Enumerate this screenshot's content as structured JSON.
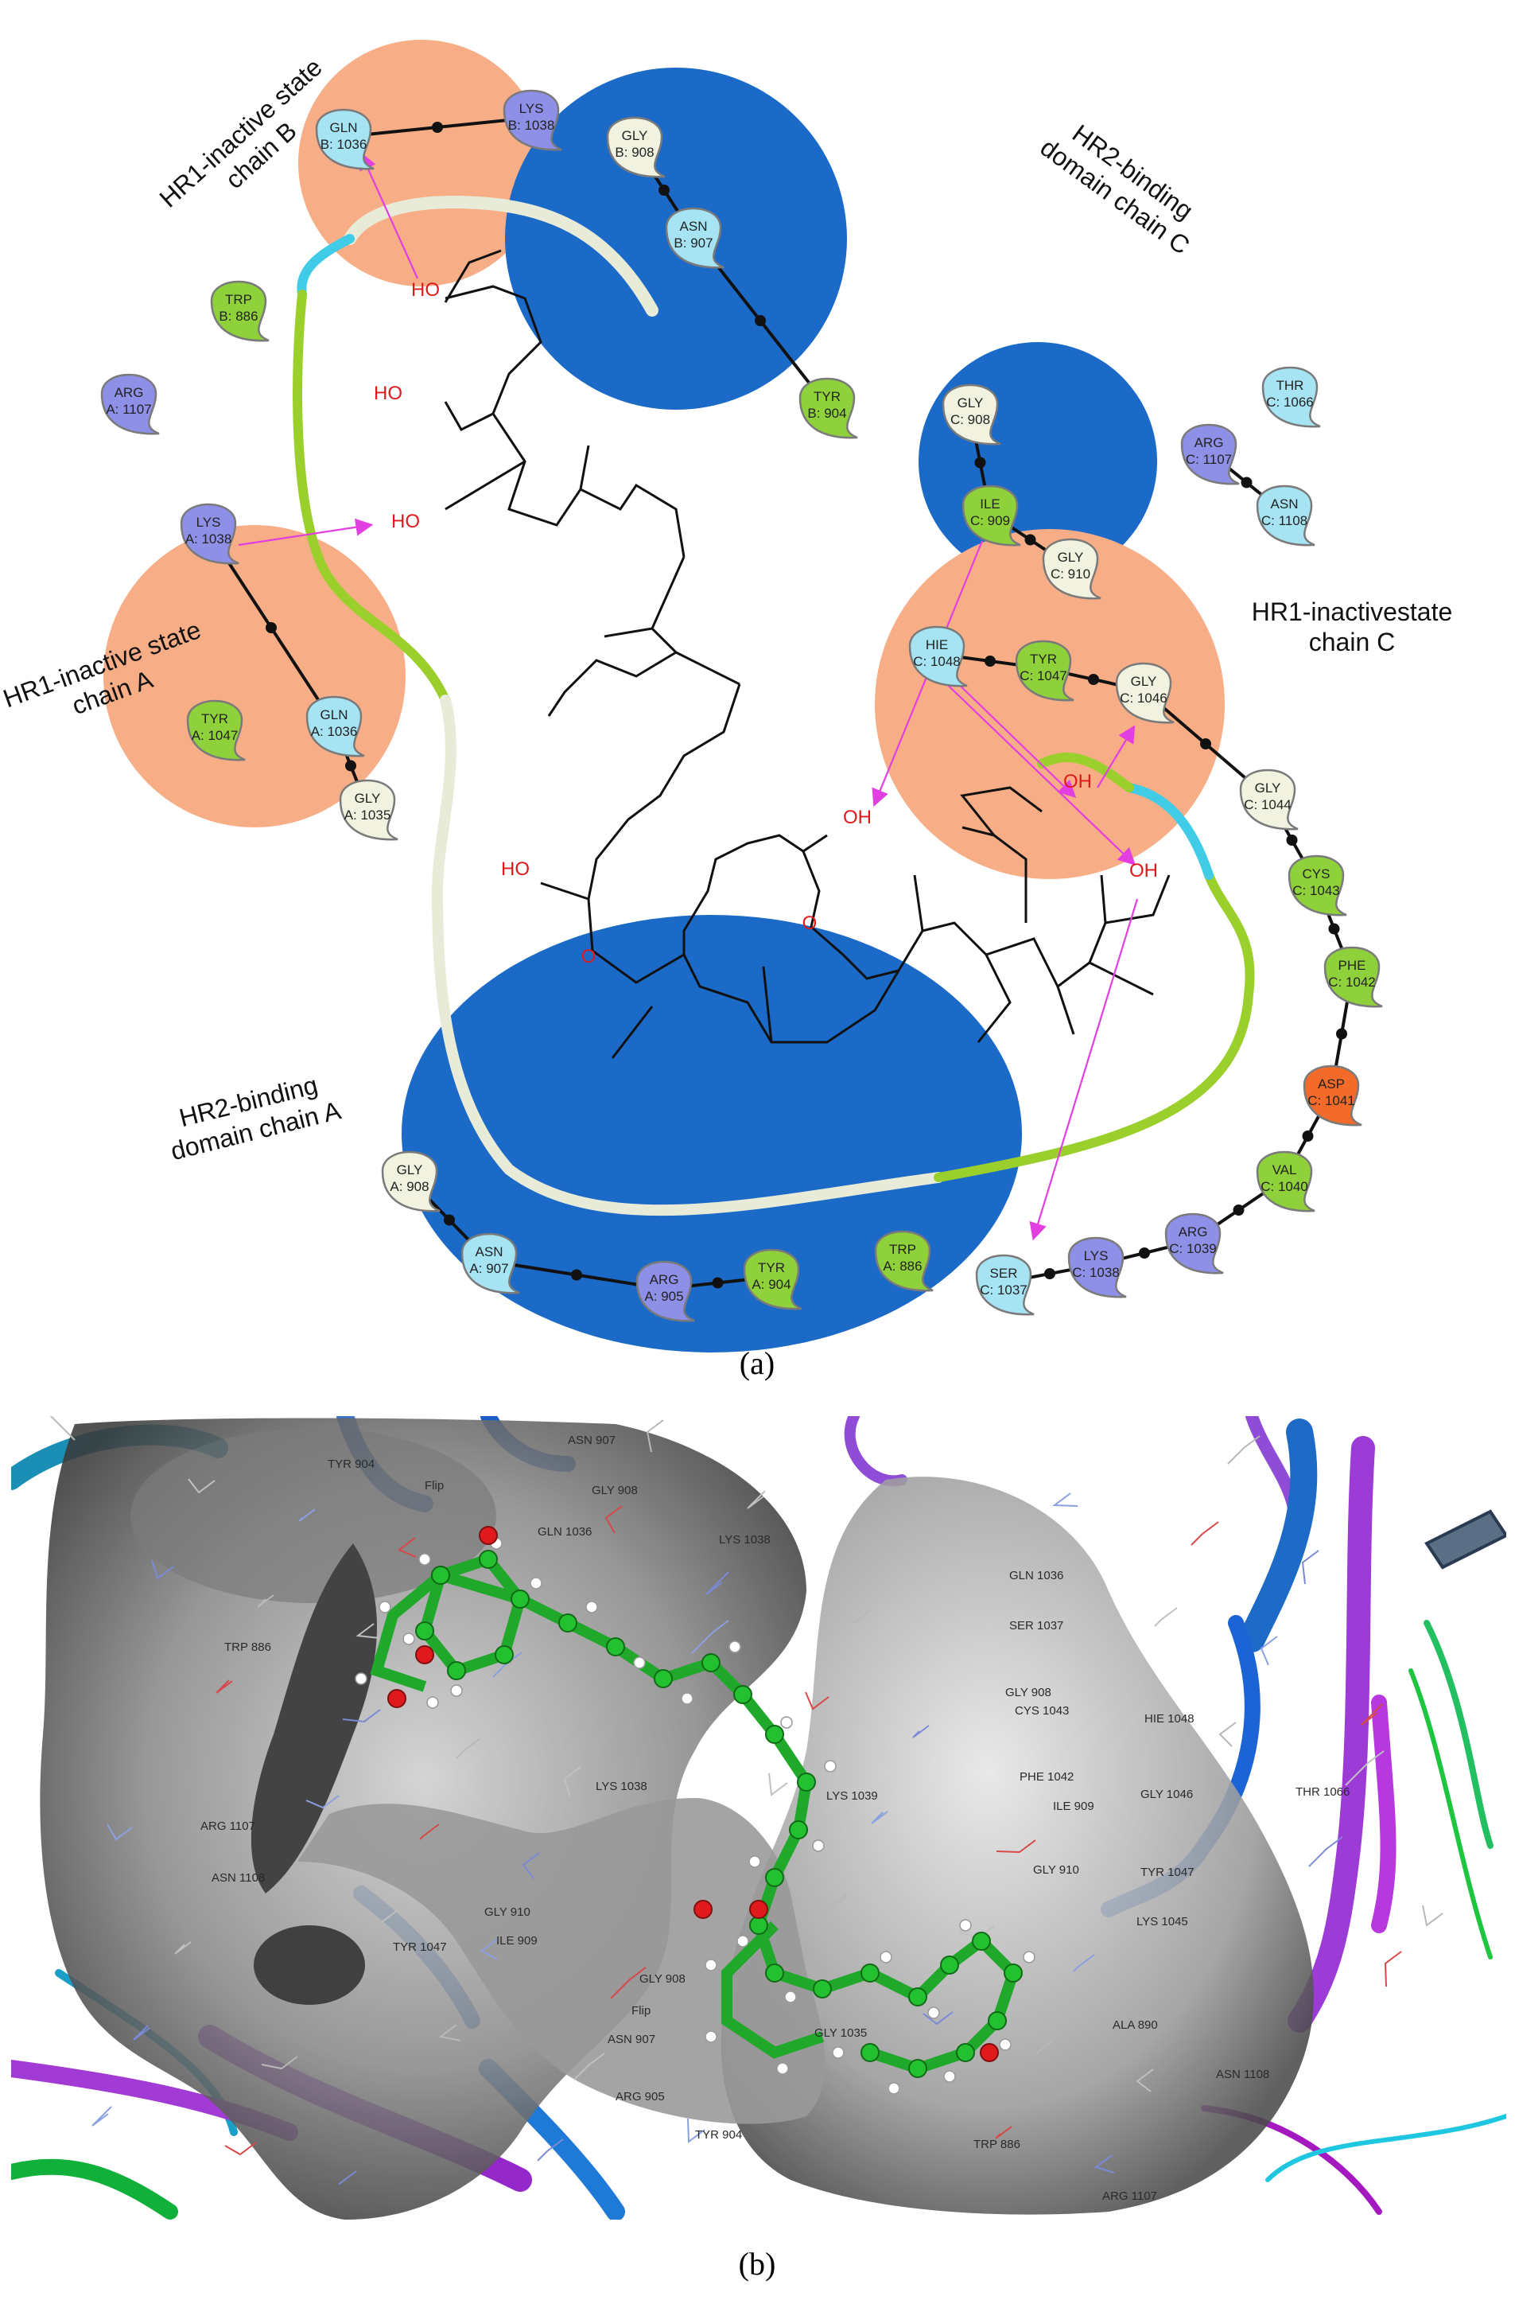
{
  "colors": {
    "hr1": "#f7ae86",
    "hr2": "#1b6ac7",
    "polar": "#a6e4f4",
    "hydrophobic": "#8fd13a",
    "glycine": "#f2f2e0",
    "positive": "#8e90e8",
    "negative": "#f26b2a",
    "hbond": "#e23fe0",
    "ligand_green": "#1fb32c",
    "surface_grey": "#7d7d7d"
  },
  "panel_a": {
    "caption": "(a)",
    "regions": [
      {
        "id": "hr1-b",
        "label": "HR1-inactive state\nchain B"
      },
      {
        "id": "hr2-c",
        "label": "HR2-binding\ndomain chain C"
      },
      {
        "id": "hr1-a",
        "label": "HR1-inactive state\nchain A"
      },
      {
        "id": "hr1-c",
        "label": "HR1-inactivestate\nchain C"
      },
      {
        "id": "hr2-a",
        "label": "HR2-binding\ndomain chain A"
      }
    ],
    "residues": [
      {
        "res": "GLN",
        "id": "B: 1036",
        "type": "polar"
      },
      {
        "res": "LYS",
        "id": "B: 1038",
        "type": "positive"
      },
      {
        "res": "GLY",
        "id": "B: 908",
        "type": "glycine"
      },
      {
        "res": "ASN",
        "id": "B: 907",
        "type": "polar"
      },
      {
        "res": "TYR",
        "id": "B: 904",
        "type": "hydrophobic"
      },
      {
        "res": "TRP",
        "id": "B: 886",
        "type": "hydrophobic"
      },
      {
        "res": "ARG",
        "id": "A: 1107",
        "type": "positive"
      },
      {
        "res": "LYS",
        "id": "A: 1038",
        "type": "positive"
      },
      {
        "res": "TYR",
        "id": "A: 1047",
        "type": "hydrophobic"
      },
      {
        "res": "GLN",
        "id": "A: 1036",
        "type": "polar"
      },
      {
        "res": "GLY",
        "id": "A: 1035",
        "type": "glycine"
      },
      {
        "res": "GLY",
        "id": "C: 908",
        "type": "glycine"
      },
      {
        "res": "ILE",
        "id": "C: 909",
        "type": "hydrophobic"
      },
      {
        "res": "GLY",
        "id": "C: 910",
        "type": "glycine"
      },
      {
        "res": "ARG",
        "id": "C: 1107",
        "type": "positive"
      },
      {
        "res": "THR",
        "id": "C: 1066",
        "type": "polar"
      },
      {
        "res": "ASN",
        "id": "C: 1108",
        "type": "polar"
      },
      {
        "res": "HIE",
        "id": "C: 1048",
        "type": "polar"
      },
      {
        "res": "TYR",
        "id": "C: 1047",
        "type": "hydrophobic"
      },
      {
        "res": "GLY",
        "id": "C: 1046",
        "type": "glycine"
      },
      {
        "res": "GLY",
        "id": "C: 1044",
        "type": "glycine"
      },
      {
        "res": "CYS",
        "id": "C: 1043",
        "type": "hydrophobic"
      },
      {
        "res": "PHE",
        "id": "C: 1042",
        "type": "hydrophobic"
      },
      {
        "res": "ASP",
        "id": "C: 1041",
        "type": "negative"
      },
      {
        "res": "VAL",
        "id": "C: 1040",
        "type": "hydrophobic"
      },
      {
        "res": "ARG",
        "id": "C: 1039",
        "type": "positive"
      },
      {
        "res": "LYS",
        "id": "C: 1038",
        "type": "positive"
      },
      {
        "res": "SER",
        "id": "C: 1037",
        "type": "polar"
      },
      {
        "res": "TRP",
        "id": "A: 886",
        "type": "hydrophobic"
      },
      {
        "res": "GLY",
        "id": "A: 908",
        "type": "glycine"
      },
      {
        "res": "ASN",
        "id": "A: 907",
        "type": "polar"
      },
      {
        "res": "ARG",
        "id": "A: 905",
        "type": "positive"
      },
      {
        "res": "TYR",
        "id": "A: 904",
        "type": "hydrophobic"
      }
    ],
    "ligand_atoms": [
      "HO",
      "HO",
      "HO",
      "HO",
      "O",
      "OH",
      "O",
      "OH",
      "OH"
    ]
  },
  "panel_b": {
    "caption": "(b)",
    "labels": [
      "TYR 904",
      "Flip",
      "ASN 907",
      "GLY 908",
      "GLN 1036",
      "LYS 1038",
      "TRP 886",
      "ARG 1107",
      "ASN 1108",
      "LYS 1038",
      "GLY 910",
      "TYR 1047",
      "ILE 909",
      "GLY 908",
      "ASN 907",
      "Flip",
      "ARG 905",
      "TYR 904",
      "GLY 1035",
      "LYS 1039",
      "GLN 1036",
      "SER 1037",
      "GLY 908",
      "CYS 1043",
      "HIE 1048",
      "PHE 1042",
      "ILE 909",
      "GLY 1046",
      "THR 1066",
      "GLY 910",
      "TYR 1047",
      "LYS 1045",
      "ALA 890",
      "ASN 1108",
      "TRP 886",
      "ARG 1107"
    ]
  }
}
